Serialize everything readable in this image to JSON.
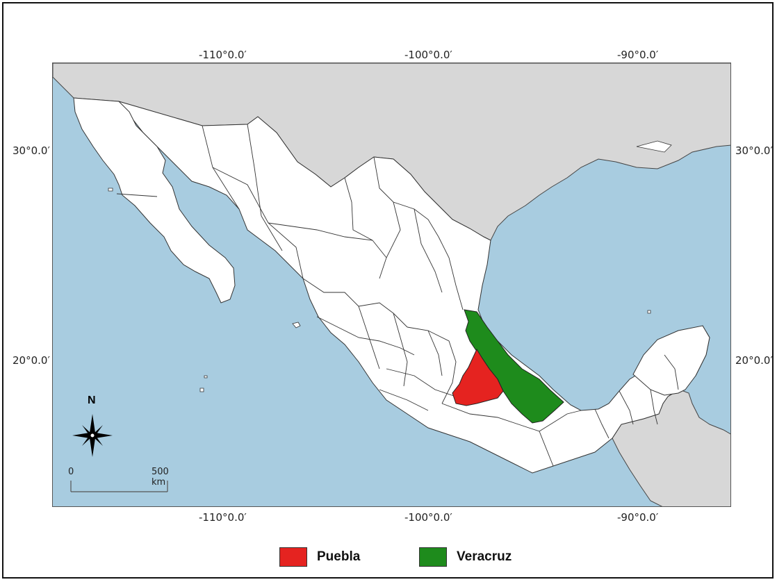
{
  "graticule": {
    "lon_top": [
      "-110°0.0′",
      "-100°0.0′",
      "-90°0.0′"
    ],
    "lon_bottom": [
      "-110°0.0′",
      "-100°0.0′",
      "-90°0.0′"
    ],
    "lat_left": [
      "30°0.0′",
      "20°0.0′"
    ],
    "lat_right": [
      "30°0.0′",
      "20°0.0′"
    ]
  },
  "legend": [
    {
      "label": "Puebla",
      "color": "#e52320"
    },
    {
      "label": "Veracruz",
      "color": "#1e8b1c"
    }
  ],
  "north_arrow": {
    "label": "N",
    "icon": "compass-rose-icon"
  },
  "scale_bar": {
    "start_label": "0",
    "end_label": "500 km"
  },
  "colors": {
    "ocean": "#a8cce0",
    "land": "#ffffff",
    "foreign_land": "#d7d7d7",
    "border": "#333333"
  }
}
